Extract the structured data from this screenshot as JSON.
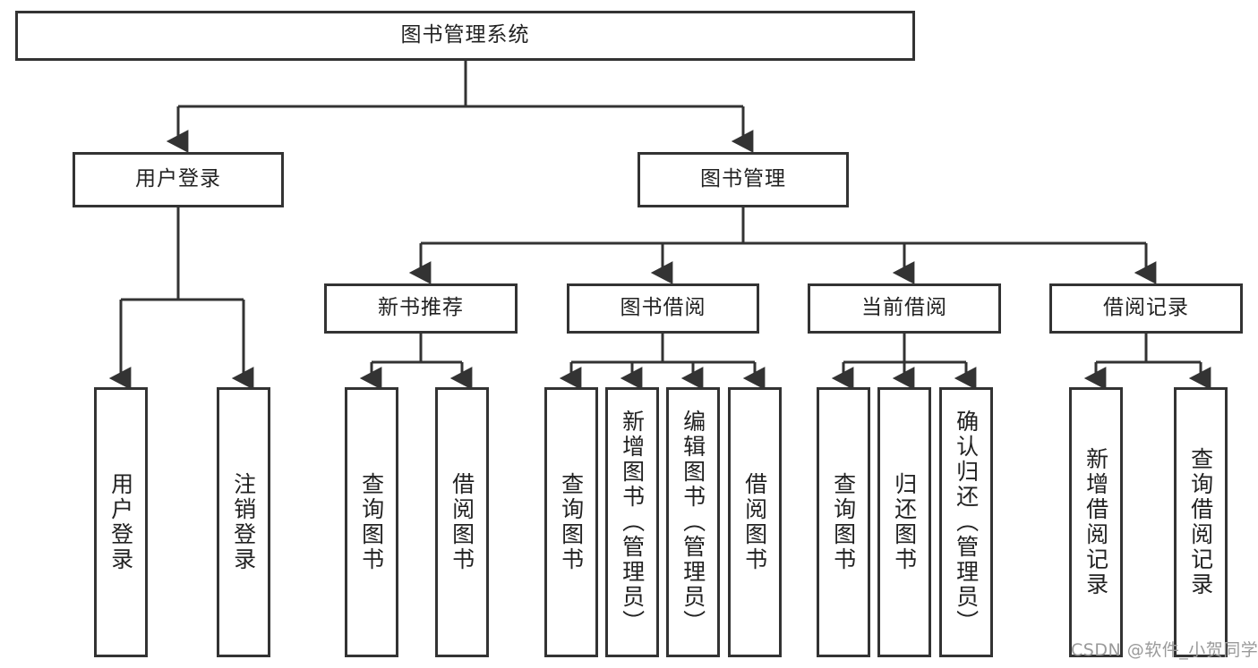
{
  "diagram": {
    "title_node": {
      "label": "图书管理系统"
    },
    "level2": [
      {
        "id": "user-login",
        "label": "用户登录"
      },
      {
        "id": "book-manage",
        "label": "图书管理"
      }
    ],
    "level3": [
      {
        "id": "new-book-recommend",
        "label": "新书推荐"
      },
      {
        "id": "book-borrow",
        "label": "图书借阅"
      },
      {
        "id": "current-borrow",
        "label": "当前借阅"
      },
      {
        "id": "borrow-record",
        "label": "借阅记录"
      }
    ],
    "leaves": {
      "user_login": [
        {
          "id": "leaf-user-login",
          "label": "用户登录"
        },
        {
          "id": "leaf-logout-login",
          "label": "注销登录"
        }
      ],
      "new_book_recommend": [
        {
          "id": "leaf-query-book-1",
          "label": "查询图书"
        },
        {
          "id": "leaf-borrow-book-1",
          "label": "借阅图书"
        }
      ],
      "book_borrow": [
        {
          "id": "leaf-query-book-2",
          "label": "查询图书"
        },
        {
          "id": "leaf-add-book",
          "label": "新增图书（管理员）"
        },
        {
          "id": "leaf-edit-book",
          "label": "编辑图书（管理员）"
        },
        {
          "id": "leaf-borrow-book-2",
          "label": "借阅图书"
        }
      ],
      "current_borrow": [
        {
          "id": "leaf-query-book-3",
          "label": "查询图书"
        },
        {
          "id": "leaf-return-book",
          "label": "归还图书"
        },
        {
          "id": "leaf-confirm-return",
          "label": "确认归还（管理员）"
        }
      ],
      "borrow_record": [
        {
          "id": "leaf-add-record",
          "label": "新增借阅记录"
        },
        {
          "id": "leaf-query-record",
          "label": "查询借阅记录"
        }
      ]
    }
  },
  "watermark": {
    "text": "CSDN @软件_小贺同学"
  },
  "colors": {
    "stroke": "#333333",
    "background": "#ffffff",
    "text": "#222222",
    "watermark": "#9a9a9a"
  }
}
